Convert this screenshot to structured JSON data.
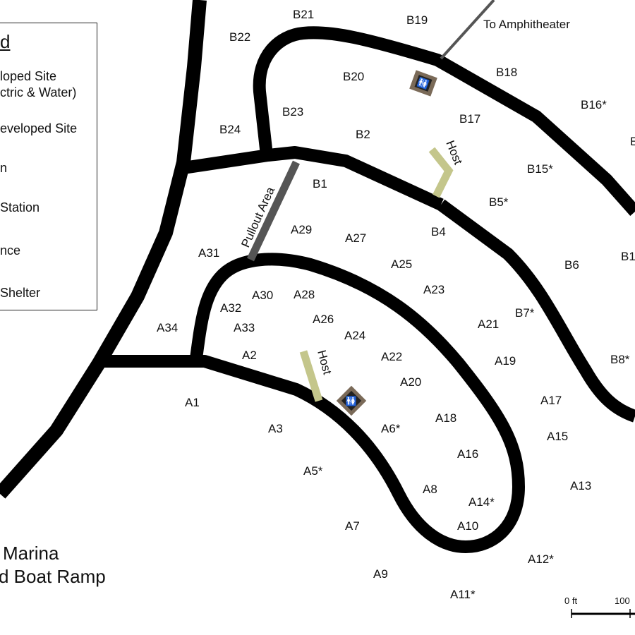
{
  "legend": {
    "title": "d",
    "items": [
      {
        "line1": "loped Site",
        "line2": "ctric & Water)"
      },
      {
        "line1": "eveloped Site",
        "line2": ""
      },
      {
        "line1": "n",
        "line2": ""
      },
      {
        "line1": "Station",
        "line2": ""
      },
      {
        "line1": "nce",
        "line2": ""
      },
      {
        "line1": " Shelter",
        "line2": ""
      }
    ]
  },
  "labels": {
    "to_amphitheater": "To Amphitheater",
    "pullout_area": "Pullout Area",
    "host_b": "Host",
    "host_a": "Host",
    "marina_line1": "Marina",
    "marina_line2": "d Boat Ramp",
    "scale_zero": "0 ft",
    "scale_hundred": "100"
  },
  "sites": {
    "B21": "B21",
    "B19": "B19",
    "B22": "B22",
    "B20": "B20",
    "B18": "B18",
    "B16": "B16*",
    "B23": "B23",
    "B17": "B17",
    "B24": "B24",
    "B2": "B2",
    "B15": "B15*",
    "B1": "B1",
    "B5": "B5*",
    "B4": "B4",
    "B6": "B6",
    "B7": "B7*",
    "B8": "B8*",
    "B_edge1": "B1",
    "B_edge2": "E",
    "A29": "A29",
    "A27": "A27",
    "A31": "A31",
    "A25": "A25",
    "A23": "A23",
    "A30": "A30",
    "A28": "A28",
    "A32": "A32",
    "A26": "A26",
    "A33": "A33",
    "A34": "A34",
    "A24": "A24",
    "A21": "A21",
    "A2": "A2",
    "A22": "A22",
    "A19": "A19",
    "A20": "A20",
    "A1": "A1",
    "A17": "A17",
    "A3": "A3",
    "A6": "A6*",
    "A18": "A18",
    "A15": "A15",
    "A16": "A16",
    "A5": "A5*",
    "A13": "A13",
    "A8": "A8",
    "A14": "A14*",
    "A7": "A7",
    "A10": "A10",
    "A12": "A12*",
    "A9": "A9",
    "A11": "A11*"
  },
  "icons": [
    "restroom-icon-b",
    "restroom-icon-a"
  ],
  "colors": {
    "road": "#000000",
    "pullout": "#555555",
    "host_marker": "#c4c68b",
    "restroom_bg": "#7a6a58",
    "amphitheater_trail": "#555555"
  }
}
